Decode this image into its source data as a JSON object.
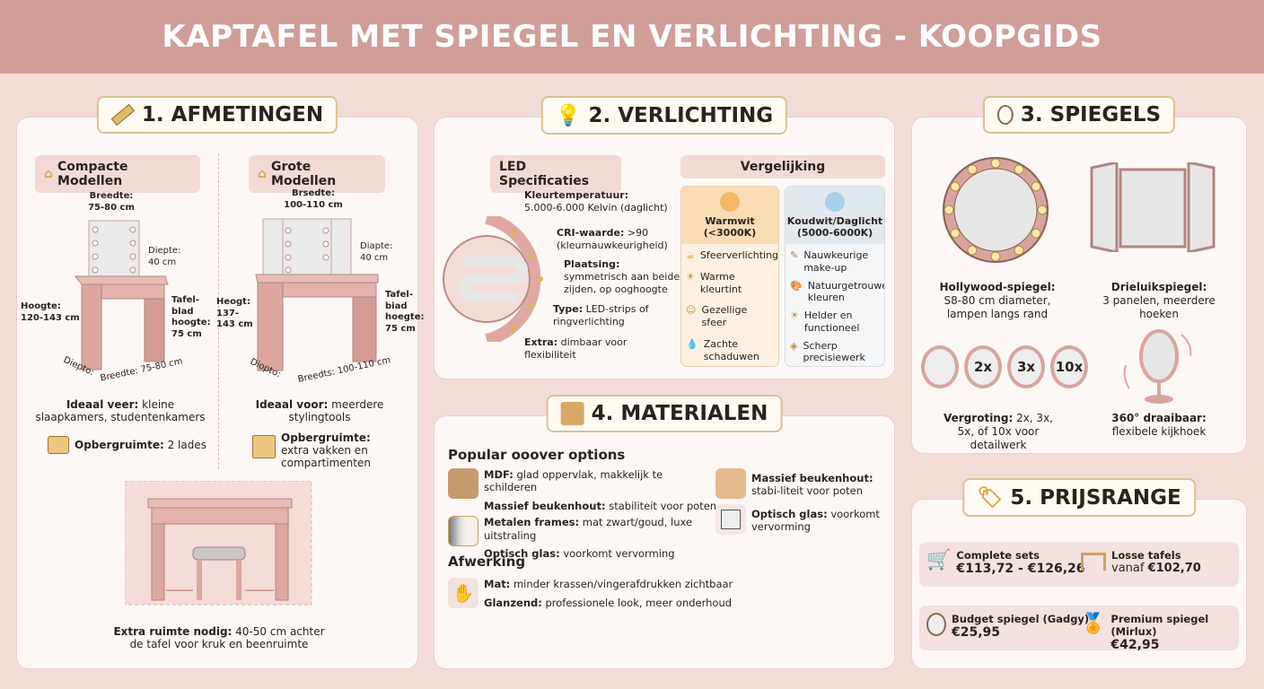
{
  "title": "KAPTAFEL MET SPIEGEL EN VERLICHTING - KOOPGIDS",
  "s1": {
    "title": "1. AFMETINGEN",
    "compact": {
      "heading": "Compacte Modellen",
      "breedte_top": "Breedte:\n75-80 cm",
      "diepte": "Diepte:\n40 cm",
      "hoogte": "Hoogte:\n120-143 cm",
      "tafelblad": "Tafel-\nblad\nhoogte:\n75 cm",
      "diepte_bottom": "Diepto:",
      "breedte_bottom": "Breedte: 75-80 cm",
      "ideaal_label": "Ideaal veer:",
      "ideaal_text": " kleine slaapkamers, studentenkamers",
      "opberg_label": "Opbergruimte:",
      "opberg_text": " 2 lades"
    },
    "grote": {
      "heading": "Grote Modellen",
      "breedte_top": "Brsedte:\n100-110 cm",
      "diepte": "Diapte:\n40 cm",
      "hoogte": "Heogt:\n137-\n143 cm",
      "tafelblad": "Tafel-\nbiad\nhoegte:\n75 cm",
      "diepte_bottom": "Diopto:",
      "breedte_bottom": "Breedts: 100-110 cm",
      "ideaal_label": "Ideaal voor:",
      "ideaal_text": " meerdere stylingtools",
      "opberg_label": "Opbergruimte:",
      "opberg_text": "extra vakken en compartimenten"
    },
    "extra_label": "Extra ruimte nodig:",
    "extra_text": " 40-50 cm achter de tafel voor kruk en beenruimte"
  },
  "s2": {
    "title": "2. VERLICHTING",
    "led_heading": "LED Specificaties",
    "specs": [
      {
        "label": "Kleurtemperatuur:",
        "text": "5.000-6.000 Kelvin (daglicht)"
      },
      {
        "label": "CRI-waarde:",
        "text": " >90 (kleurnauwkeurigheid)"
      },
      {
        "label": "Plaatsing:",
        "text": " symmetrisch aan beide zijden, op ooghoogte"
      },
      {
        "label": "Type:",
        "text": " LED-strips of ringverlichting"
      },
      {
        "label": "Extra:",
        "text": " dimbaar voor flexibiliteit"
      }
    ],
    "compare_heading": "Vergelijking",
    "warm": {
      "title": "Warmwit\n(<3000K)",
      "items": [
        {
          "icon": "coffee-cup-icon",
          "text": "Sfeerverlichting"
        },
        {
          "icon": "lightbulb-icon",
          "text": "Warme kleurtint"
        },
        {
          "icon": "smiley-icon",
          "text": "Gezellige sfeer"
        },
        {
          "icon": "droplets-icon",
          "text": "Zachte schaduwen"
        }
      ]
    },
    "cold": {
      "title": "Koudwit/Daglicht\n(5000-6000K)",
      "items": [
        {
          "icon": "makeup-brush-icon",
          "text": "Nauwkeurige make-up"
        },
        {
          "icon": "palette-icon",
          "text": "Natuurgetrouwe kleuren"
        },
        {
          "icon": "lightbulb-icon",
          "text": "Helder en functioneel"
        },
        {
          "icon": "precision-icon",
          "text": "Scherp precisiewerk"
        }
      ]
    }
  },
  "s3": {
    "title": "3. SPIEGELS",
    "hollywood_label": "Hollywood-spiegel:",
    "hollywood_text": "S8-80 cm diameter, lampen langs rand",
    "drieluik_label": "Drieluikspiegel:",
    "drieluik_text": "3 panelen, meerdere hoeken",
    "magnifications": [
      "",
      "2x",
      "3x",
      "10x"
    ],
    "vergroting_label": "Vergroting:",
    "vergroting_text": " 2x, 3x, 5x, of 10x voor detailwerk",
    "draai_label": "360° draaibaar:",
    "draai_text": "flexibele kijkhoek"
  },
  "s4": {
    "title": "4. MATERIALEN",
    "popular_heading": "Popular ooover options",
    "left": [
      {
        "label": "MDF:",
        "text": " glad oppervlak, makkelijk te schilderen"
      },
      {
        "label": "Massief beukenhout:",
        "text": " stabiliteit voor poten"
      },
      {
        "label": "Metalen frames:",
        "text": " mat zwart/goud, luxe uitstraling"
      },
      {
        "label": "Optisch glas:",
        "text": " voorkomt vervorming"
      }
    ],
    "right": [
      {
        "label": "Massief beukenhout:",
        "text": " stabi-liteit voor poten"
      },
      {
        "label": "Optisch glas:",
        "text": " voorkomt vervorming"
      }
    ],
    "finish_heading": "Afwerking",
    "finish": [
      {
        "label": "Mat:",
        "text": " minder krassen/vingerafdrukken zichtbaar"
      },
      {
        "label": "Glanzend:",
        "text": " professionele look, meer onderhoud"
      }
    ]
  },
  "s5": {
    "title": "5. PRIJSRANGE",
    "items": [
      {
        "label": "Complete sets",
        "price": "€113,72 - €126,26",
        "icon": "shopping-cart-icon"
      },
      {
        "label": "Losse tafels",
        "prefix": "vanaf ",
        "price": "€102,70",
        "icon": "table-icon"
      },
      {
        "label": "Budget spiegel (Gadgy)",
        "price": "€25,95",
        "icon": "mirror-icon"
      },
      {
        "label": "Premium spiegel (Mirlux)",
        "price": "€42,95",
        "icon": "award-icon"
      }
    ]
  },
  "colors": {
    "header": "#cf9e97",
    "background": "#f3dcd8",
    "accent_gold": "#dcc18f",
    "table_pink": "#dba79f",
    "warm": "#fbe3c6",
    "cold": "#e3ebf1"
  }
}
